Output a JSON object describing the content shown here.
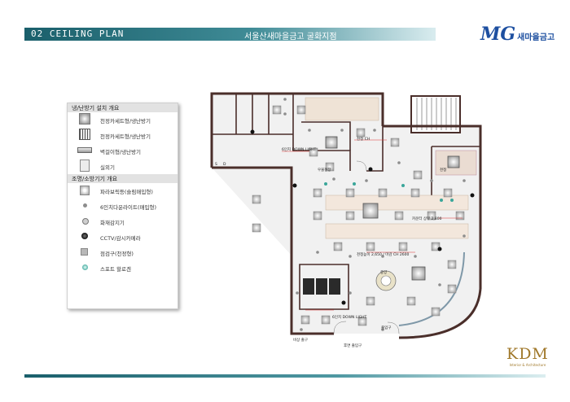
{
  "header": {
    "section": "02  CEILING PLAN",
    "title": "서울산새마을금고 굴화지점"
  },
  "brand": {
    "mg": "MG",
    "name": "새마을금고"
  },
  "footer_logo": {
    "mark": "KDM",
    "tagline": "Interior & Architecture"
  },
  "legend": {
    "hvac_title": "냉/난방기 설치 개요",
    "hvac_items": [
      {
        "label": "천정카세트형/냉난방기",
        "icon": "ceiling-cassette-4way-icon"
      },
      {
        "label": "천정카세트형/냉난방기",
        "icon": "ceiling-cassette-1way-icon"
      },
      {
        "label": "벽걸이형/냉난방기",
        "icon": "wall-mounted-ac-icon"
      },
      {
        "label": "실외기",
        "icon": "outdoor-unit-icon"
      }
    ],
    "lighting_title": "조명/소방기기 개요",
    "lighting_items": [
      {
        "label": "파라보릭등(슬림매입형)",
        "icon": "parabolic-light-icon"
      },
      {
        "label": "6인치다운라이트(매입형)",
        "icon": "downlight-icon"
      },
      {
        "label": "화재감지기",
        "icon": "fire-detector-icon"
      },
      {
        "label": "CCTV/감시카메라",
        "icon": "cctv-camera-icon"
      },
      {
        "label": "점검구(천정형)",
        "icon": "inspection-hatch-icon"
      },
      {
        "label": "스포트 할로겐",
        "icon": "spot-halogen-icon"
      }
    ]
  },
  "plan_labels": {
    "downlight_a": "6인치 DOWN LIGHT",
    "downlight_b": "6인치 DOWN LIGHT",
    "ceiling_note": "천정높이 2,650 / 마감 CH 2600",
    "counter_note": "카운터 상부 2,800",
    "ceiling_a": "천정 CH",
    "ceiling_b": "천정",
    "soffit": "우물천장",
    "rear_label": "후면 출입구",
    "exit_label": "비상 출구",
    "entry_label": "출입구",
    "center": "중앙",
    "s_label": "S",
    "d_label": "D"
  },
  "colors": {
    "accent": "#1a5f6b",
    "brand": "#1d4fa0",
    "wall": "#4a2e2a",
    "kdm": "#a0782a"
  }
}
